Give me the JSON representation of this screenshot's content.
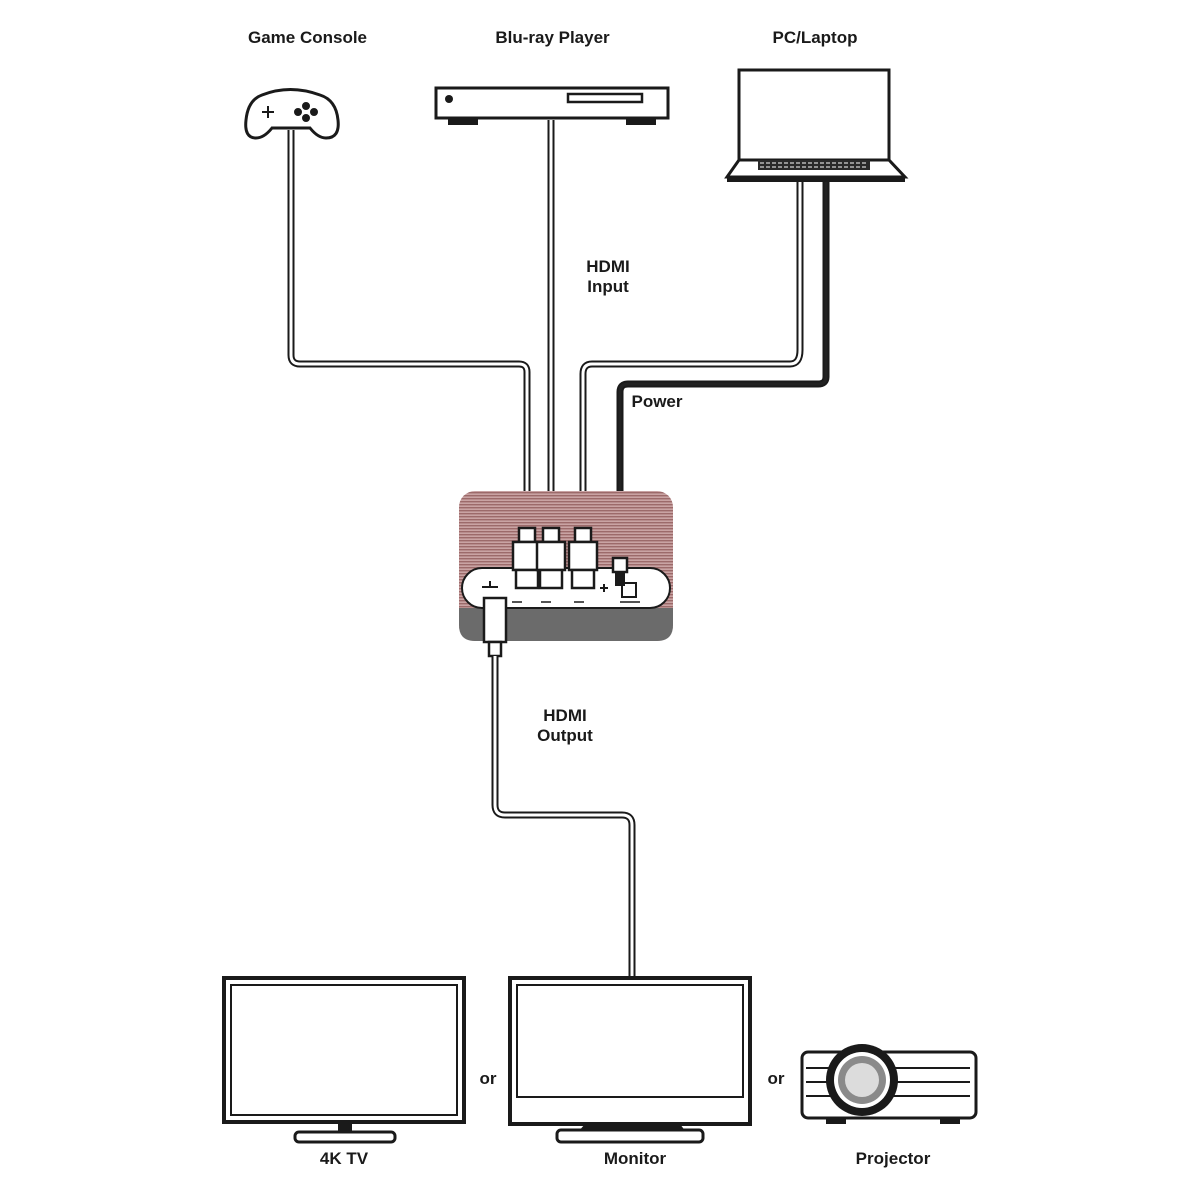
{
  "sources": {
    "game_console": "Game Console",
    "bluray_player": "Blu-ray Player",
    "pc_laptop": "PC/Laptop"
  },
  "signals": {
    "hdmi_input_line1": "HDMI",
    "hdmi_input_line2": "Input",
    "power": "Power",
    "hdmi_output_line1": "HDMI",
    "hdmi_output_line2": "Output"
  },
  "displays": {
    "tv": "4K TV",
    "monitor": "Monitor",
    "projector": "Projector",
    "or_1": "or",
    "or_2": "or"
  },
  "colors": {
    "line": "#1a1a1a",
    "device_top": "#a97b7b",
    "device_bottom": "#6b6b6b"
  }
}
